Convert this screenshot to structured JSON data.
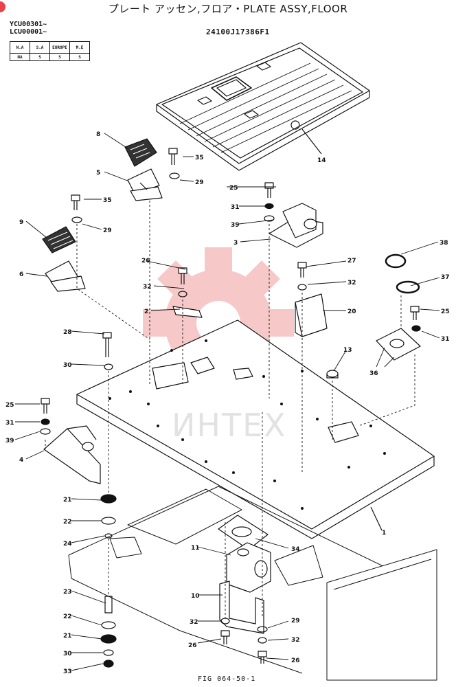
{
  "title": "プレート アッセン,フロア・PLATE ASSY,FLOOR",
  "serials": [
    "YCU00301~",
    "LCU00001~"
  ],
  "part_number": "24100J17386F1",
  "applicability": {
    "headers": [
      "N.A",
      "S.A",
      "EUROPE",
      "M.E"
    ],
    "values": [
      "NA",
      "S",
      "S",
      "S"
    ]
  },
  "watermark": "ИНТЕХ",
  "figure_label": "FIG 064-50-1",
  "callouts": [
    {
      "id": "c14",
      "label": "14"
    },
    {
      "id": "c8",
      "label": "8"
    },
    {
      "id": "c35a",
      "label": "35"
    },
    {
      "id": "c5",
      "label": "5"
    },
    {
      "id": "c29a",
      "label": "29"
    },
    {
      "id": "c35b",
      "label": "35"
    },
    {
      "id": "c9",
      "label": "9"
    },
    {
      "id": "c29b",
      "label": "29"
    },
    {
      "id": "c6",
      "label": "6"
    },
    {
      "id": "c25a",
      "label": "25"
    },
    {
      "id": "c31a",
      "label": "31"
    },
    {
      "id": "c39a",
      "label": "39"
    },
    {
      "id": "c3",
      "label": "3"
    },
    {
      "id": "c38",
      "label": "38"
    },
    {
      "id": "c26a",
      "label": "26"
    },
    {
      "id": "c27",
      "label": "27"
    },
    {
      "id": "c32a",
      "label": "32"
    },
    {
      "id": "c37",
      "label": "37"
    },
    {
      "id": "c32b",
      "label": "32"
    },
    {
      "id": "c2",
      "label": "2"
    },
    {
      "id": "c20",
      "label": "20"
    },
    {
      "id": "c25b",
      "label": "25"
    },
    {
      "id": "c31b",
      "label": "31"
    },
    {
      "id": "c28",
      "label": "28"
    },
    {
      "id": "c13",
      "label": "13"
    },
    {
      "id": "c36",
      "label": "36"
    },
    {
      "id": "c30a",
      "label": "30"
    },
    {
      "id": "c25c",
      "label": "25"
    },
    {
      "id": "c31c",
      "label": "31"
    },
    {
      "id": "c39b",
      "label": "39"
    },
    {
      "id": "c4",
      "label": "4"
    },
    {
      "id": "c21a",
      "label": "21"
    },
    {
      "id": "c1",
      "label": "1"
    },
    {
      "id": "c22a",
      "label": "22"
    },
    {
      "id": "c24",
      "label": "24"
    },
    {
      "id": "c34",
      "label": "34"
    },
    {
      "id": "c11",
      "label": "11"
    },
    {
      "id": "c23",
      "label": "23"
    },
    {
      "id": "c10",
      "label": "10"
    },
    {
      "id": "c22b",
      "label": "22"
    },
    {
      "id": "c32c",
      "label": "32"
    },
    {
      "id": "c29c",
      "label": "29"
    },
    {
      "id": "c21b",
      "label": "21"
    },
    {
      "id": "c26b",
      "label": "26"
    },
    {
      "id": "c32d",
      "label": "32"
    },
    {
      "id": "c30b",
      "label": "30"
    },
    {
      "id": "c26c",
      "label": "26"
    },
    {
      "id": "c33",
      "label": "33"
    }
  ],
  "colors": {
    "line": "#111111",
    "watermark": "#f4b6b6",
    "badge": "#e8424b"
  }
}
